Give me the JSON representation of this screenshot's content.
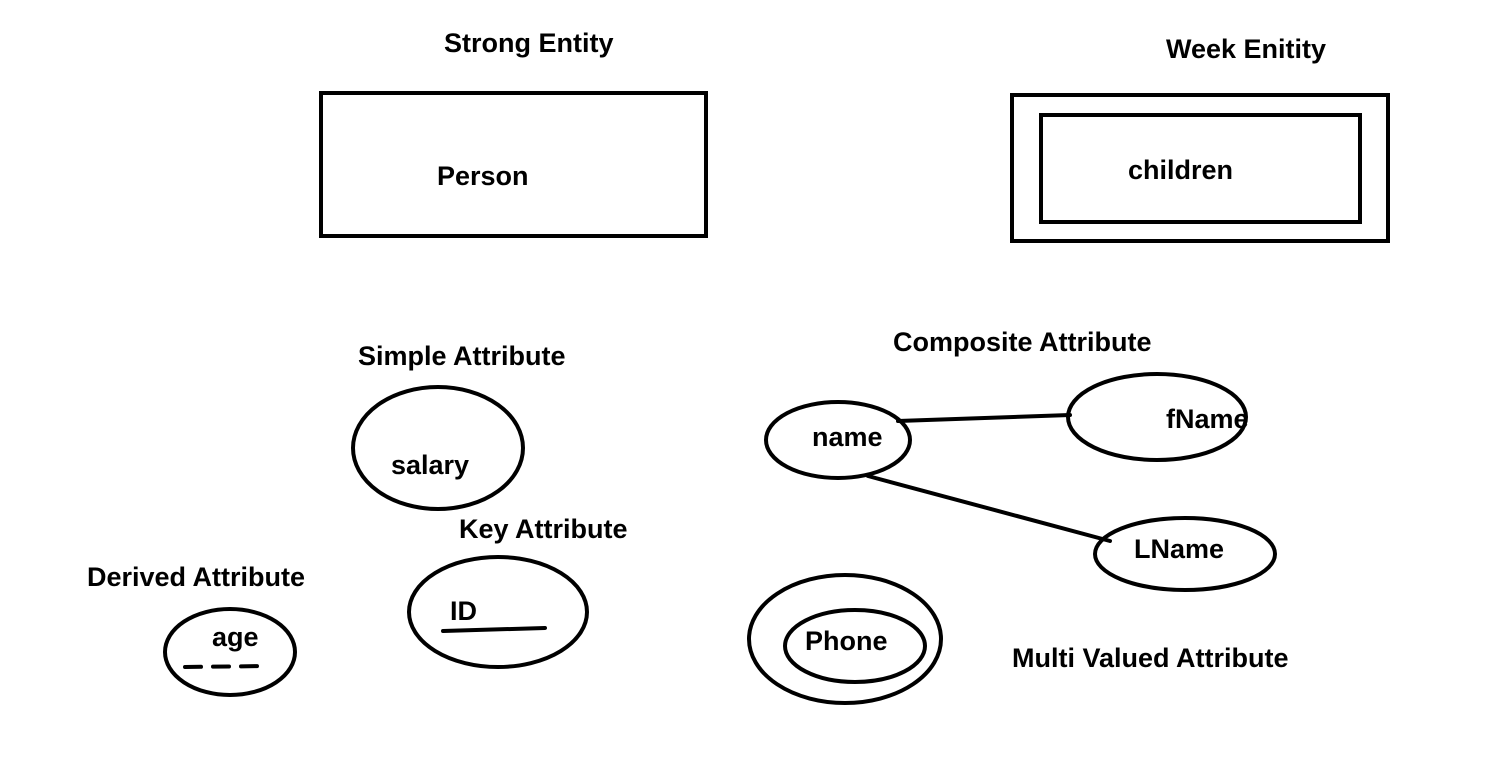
{
  "labels": {
    "strong_entity": "Strong Entity",
    "weak_entity": "Week Enitity",
    "simple_attribute": "Simple Attribute",
    "composite_attribute": "Composite Attribute",
    "key_attribute": "Key Attribute",
    "derived_attribute": "Derived Attribute",
    "multi_valued_attribute": "Multi Valued Attribute"
  },
  "nodes": {
    "person": "Person",
    "children": "children",
    "salary": "salary",
    "name": "name",
    "fname": "fName",
    "lname": "LName",
    "id": "ID",
    "age": "age",
    "phone": "Phone"
  }
}
